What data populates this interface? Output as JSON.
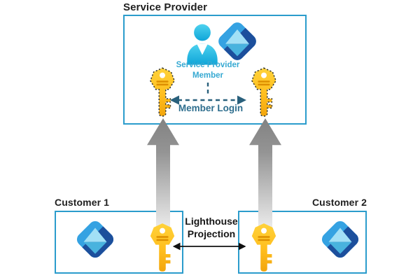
{
  "diagram": {
    "service_provider": {
      "title": "Service Provider",
      "member_label": "Service Provider Member",
      "member_login_label": "Member Login"
    },
    "customer_1": {
      "label": "Customer 1"
    },
    "customer_2": {
      "label": "Customer 2"
    },
    "projection_label": "Lighthouse Projection",
    "icons": {
      "entra_id": "entra-id-logo",
      "person": "member-person-icon",
      "key": "key-icon",
      "key_projected": "key-icon-dotted-outline",
      "up_block_arrow": "gray-up-arrow",
      "login_arrows": "dashed-double-arrow",
      "projection_arrow": "black-double-arrow"
    },
    "colors": {
      "box_border": "#2B9CCC",
      "member_text": "#36A9D2",
      "member_login_text": "#2E6E8E",
      "dashed_arrow": "#29607C",
      "projection_text": "#161616",
      "key_gold": "#FFC425",
      "key_gold_dark": "#DD8F00",
      "entra_light_blue": "#35A2E2",
      "entra_dark_blue": "#1C4F9C",
      "person_cyan": "#2FB9E0",
      "block_arrow_gray": "#858585"
    }
  }
}
